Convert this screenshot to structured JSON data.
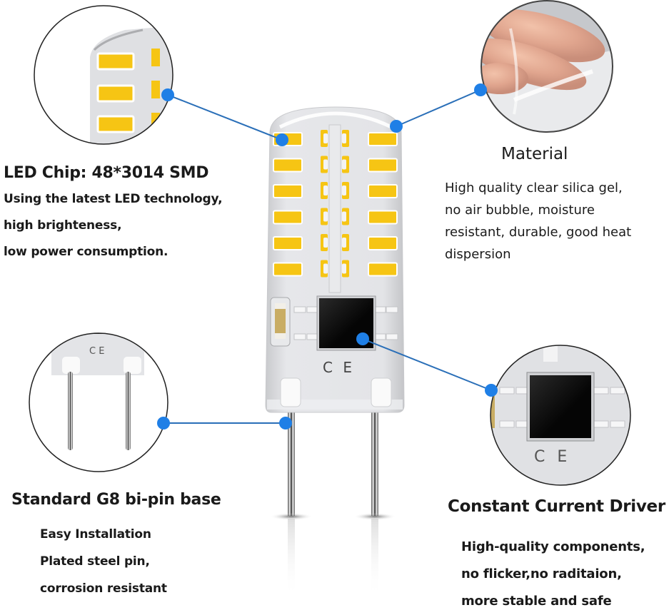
{
  "callouts": {
    "led_chip": {
      "title": "LED Chip: 48*3014 SMD",
      "lines": [
        "Using the latest LED technology,",
        "high brighteness,",
        "low power consumption."
      ]
    },
    "material": {
      "title": "Material",
      "lines": [
        "High quality clear silica gel,",
        "no air bubble, moisture",
        "resistant, durable, good heat",
        "dispersion"
      ]
    },
    "base": {
      "title": "Standard G8 bi-pin base",
      "lines": [
        "Easy Installation",
        "Plated steel pin,",
        "corrosion resistant"
      ]
    },
    "driver": {
      "title": "Constant Current Driver",
      "lines": [
        "High-quality components,",
        "no flicker,no raditaion,",
        "more stable and safe"
      ]
    }
  },
  "product": {
    "marking": "C E",
    "led_count": 48
  },
  "colors": {
    "accent_dot": "#1f7fe6",
    "leader_line": "#2a6fb8",
    "led_yellow": "#f6c514",
    "body_gray": "#dcdde0",
    "driver_chip": "#0a0a0a"
  }
}
